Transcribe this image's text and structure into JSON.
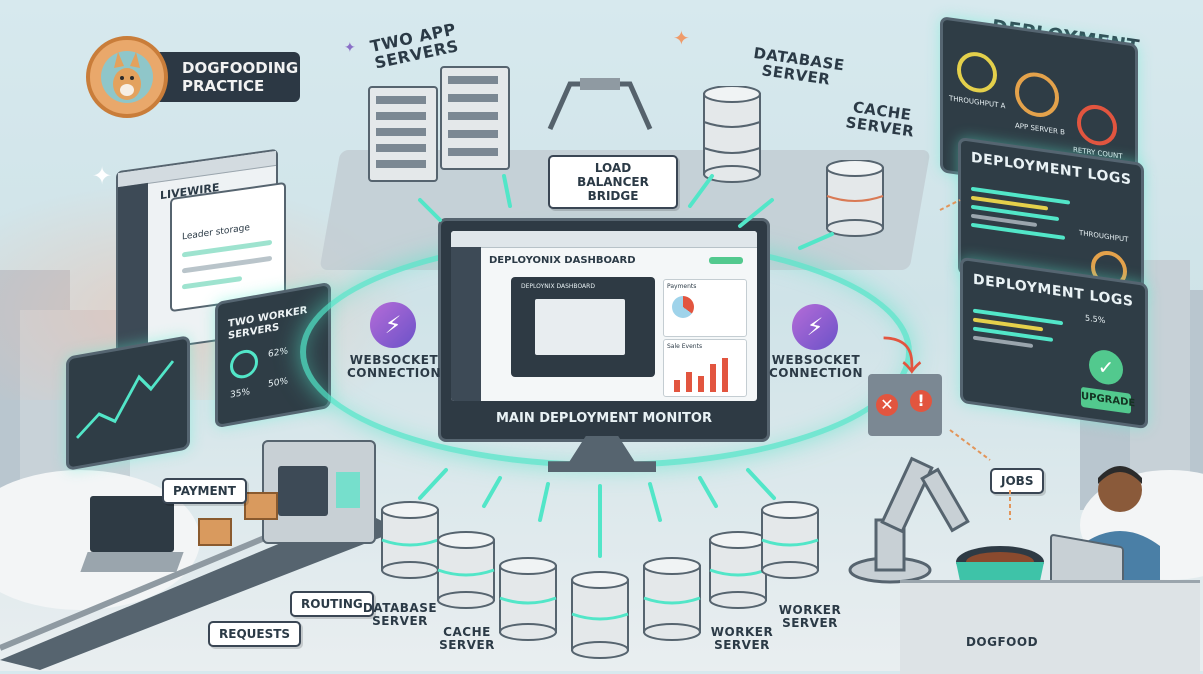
{
  "badge": {
    "title": "DOGFOODING PRACTICE"
  },
  "labels": {
    "two_app_servers": "TWO APP SERVERS",
    "database_server_top": "DATABASE SERVER",
    "cache_server_top": "CACHE SERVER",
    "load_balancer": "LOAD BALANCER BRIDGE",
    "websocket_left": "WEBSOCKET CONNECTION",
    "websocket_right": "WEBSOCKET CONNECTION",
    "main_monitor": "MAIN DEPLOYMENT MONITOR",
    "payment": "PAYMENT",
    "routing": "ROUTING",
    "requests": "REQUESTS",
    "database_server_bottom": "DATABASE SERVER",
    "cache_server_bottom": "CACHE SERVER",
    "worker_server_1": "WORKER SERVER",
    "worker_server_2": "WORKER SERVER",
    "jobs": "JOBS",
    "dogfood": "DOGFOOD"
  },
  "livewire": {
    "title": "LIVEWIRE",
    "popup": "Leader storage"
  },
  "worker_panel": {
    "title": "TWO WORKER SERVERS",
    "gauge1": "35%",
    "gauge2": "50%",
    "stat1": "62%"
  },
  "dashboard": {
    "title": "DEPLOYONIX DASHBOARD",
    "inner_title": "DEPLOYNIX DASHBOARD",
    "card1": "Payments",
    "card2": "Sale Events"
  },
  "logs": {
    "title1": "DEPLOYMENT LOGS",
    "title2": "DEPLOYMENT LOGS",
    "title3": "DEPLOYMENT LOGS",
    "gauge_a": "THROUGHPUT A",
    "gauge_b": "APP SERVER B",
    "gauge_c": "RETRY COUNT",
    "throughput": "THROUGHPUT",
    "throughput_val": "5.5%",
    "upgrade": "UPGRADE"
  },
  "colors": {
    "accent": "#52e6c8",
    "panel": "#2f3d46",
    "warning": "#e2553f"
  }
}
